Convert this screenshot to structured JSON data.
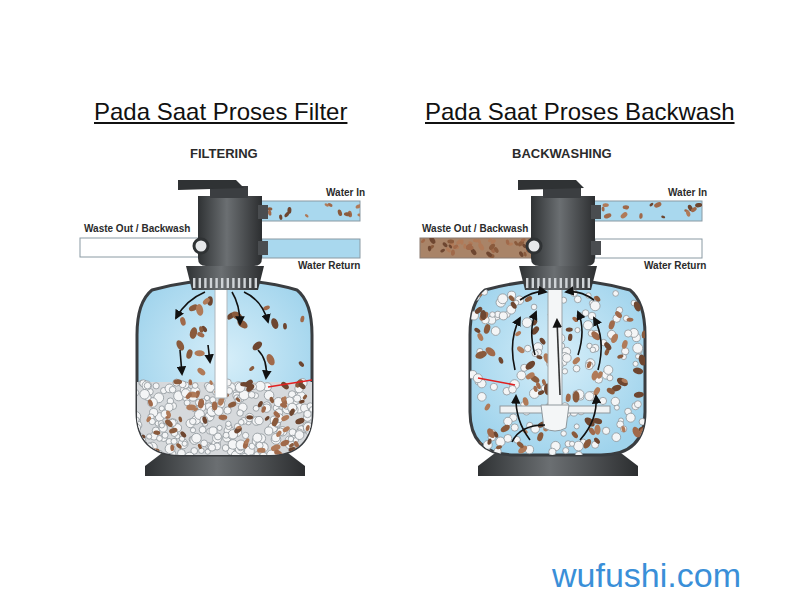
{
  "diagram": {
    "labels": [
      "Pada Saat Proses Filter",
      "Pada Saat Proses Backwash",
      "FILTERING",
      "Water In",
      "Waste Out / Backwash",
      "Water Return",
      "BACKWASHING",
      "Water In",
      "Waste Out / Backwash",
      "Water Return",
      "wufushi.com"
    ]
  }
}
